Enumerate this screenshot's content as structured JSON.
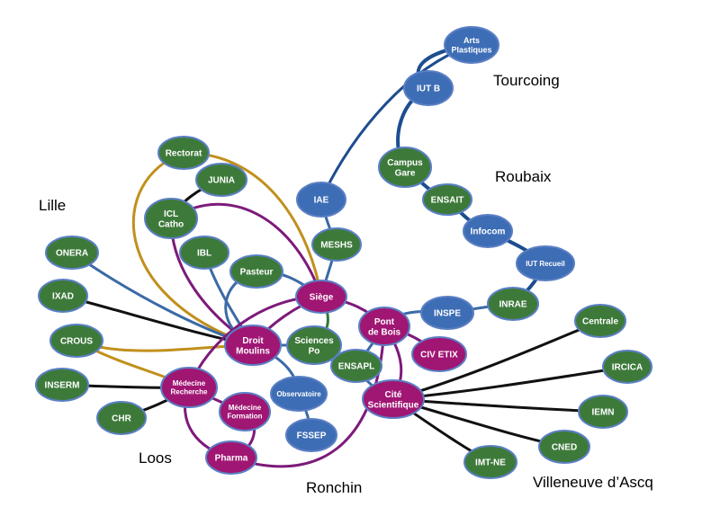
{
  "colors": {
    "blue_node": "#3d6db5",
    "green_node": "#3d7a3a",
    "purple_node": "#a01673",
    "node_stroke": "#5b7fc4",
    "edge_navy": "#1d4d8f",
    "edge_purple": "#7d1a7a",
    "edge_gold": "#c1901c",
    "edge_black": "#111111",
    "edge_steel": "#3b6aa6",
    "edge_green": "#2e7a36"
  },
  "places": {
    "lille": "Lille",
    "loos": "Loos",
    "ronchin": "Ronchin",
    "tourcoing": "Tourcoing",
    "roubaix": "Roubaix",
    "villeneuve": "Villeneuve d’Ascq"
  },
  "nodes": {
    "arts": {
      "lines": [
        "Arts",
        "Plastiques"
      ],
      "color": "blue"
    },
    "iutb": {
      "lines": [
        "IUT B"
      ],
      "color": "blue"
    },
    "campus": {
      "lines": [
        "Campus",
        "Gare"
      ],
      "color": "green"
    },
    "ensait": {
      "lines": [
        "ENSAIT"
      ],
      "color": "green"
    },
    "infocom": {
      "lines": [
        "Infocom"
      ],
      "color": "blue"
    },
    "iutrecueil": {
      "lines": [
        "IUT Recueil"
      ],
      "color": "blue"
    },
    "inrae": {
      "lines": [
        "INRAE"
      ],
      "color": "green"
    },
    "inspe": {
      "lines": [
        "INSPE"
      ],
      "color": "blue"
    },
    "iae": {
      "lines": [
        "IAE"
      ],
      "color": "blue"
    },
    "meshs": {
      "lines": [
        "MESHS"
      ],
      "color": "green"
    },
    "rectorat": {
      "lines": [
        "Rectorat"
      ],
      "color": "green"
    },
    "junia": {
      "lines": [
        "JUNIA"
      ],
      "color": "green"
    },
    "iclcatho": {
      "lines": [
        "ICL",
        "Catho"
      ],
      "color": "green"
    },
    "ibl": {
      "lines": [
        "IBL"
      ],
      "color": "green"
    },
    "pasteur": {
      "lines": [
        "Pasteur"
      ],
      "color": "green"
    },
    "siege": {
      "lines": [
        "Siège"
      ],
      "color": "purple"
    },
    "pontdebois": {
      "lines": [
        "Pont",
        "de Bois"
      ],
      "color": "purple"
    },
    "droitmoulins": {
      "lines": [
        "Droit",
        "Moulins"
      ],
      "color": "purple"
    },
    "sciencespo": {
      "lines": [
        "Sciences",
        "Po"
      ],
      "color": "green"
    },
    "ensapl": {
      "lines": [
        "ENSAPL"
      ],
      "color": "green"
    },
    "civetix": {
      "lines": [
        "CIV ETIX"
      ],
      "color": "purple"
    },
    "cite": {
      "lines": [
        "Cité",
        "Scientifique"
      ],
      "color": "purple"
    },
    "onera": {
      "lines": [
        "ONERA"
      ],
      "color": "green"
    },
    "ixad": {
      "lines": [
        "IXAD"
      ],
      "color": "green"
    },
    "crous": {
      "lines": [
        "CROUS"
      ],
      "color": "green"
    },
    "inserm": {
      "lines": [
        "INSERM"
      ],
      "color": "green"
    },
    "chr": {
      "lines": [
        "CHR"
      ],
      "color": "green"
    },
    "medrech": {
      "lines": [
        "Médecine",
        "Recherche"
      ],
      "color": "purple"
    },
    "medform": {
      "lines": [
        "Médecine",
        "Formation"
      ],
      "color": "purple"
    },
    "observatoire": {
      "lines": [
        "Observatoire"
      ],
      "color": "blue"
    },
    "fssep": {
      "lines": [
        "FSSEP"
      ],
      "color": "blue"
    },
    "pharma": {
      "lines": [
        "Pharma"
      ],
      "color": "purple"
    },
    "centrale": {
      "lines": [
        "Centrale"
      ],
      "color": "green"
    },
    "ircica": {
      "lines": [
        "IRCICA"
      ],
      "color": "green"
    },
    "iemn": {
      "lines": [
        "IEMN"
      ],
      "color": "green"
    },
    "cned": {
      "lines": [
        "CNED"
      ],
      "color": "green"
    },
    "imtne": {
      "lines": [
        "IMT-NE"
      ],
      "color": "green"
    }
  }
}
